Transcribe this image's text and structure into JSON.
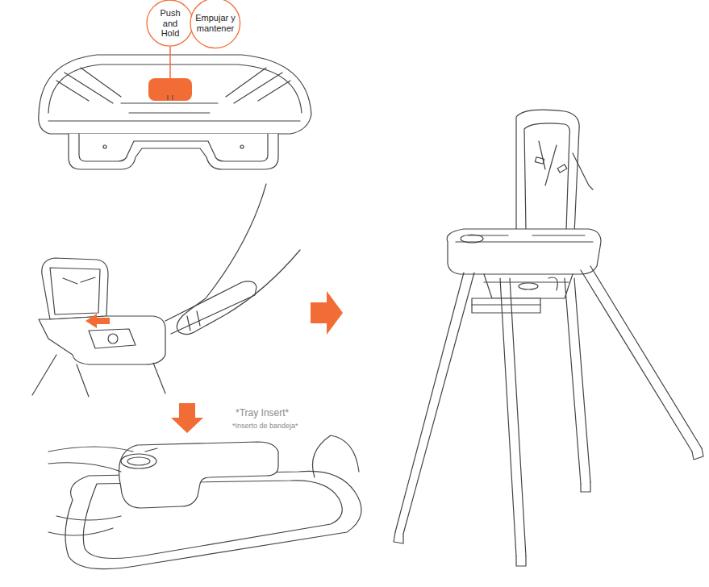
{
  "diagram": {
    "nodes": [
      {
        "text": [
          "Push and Hold"
        ]
      },
      {
        "text": [
          "Empujar y mantener"
        ]
      }
    ],
    "labels": [
      "*Tray Insert*",
      "*Inserto de bandeja*"
    ]
  }
}
